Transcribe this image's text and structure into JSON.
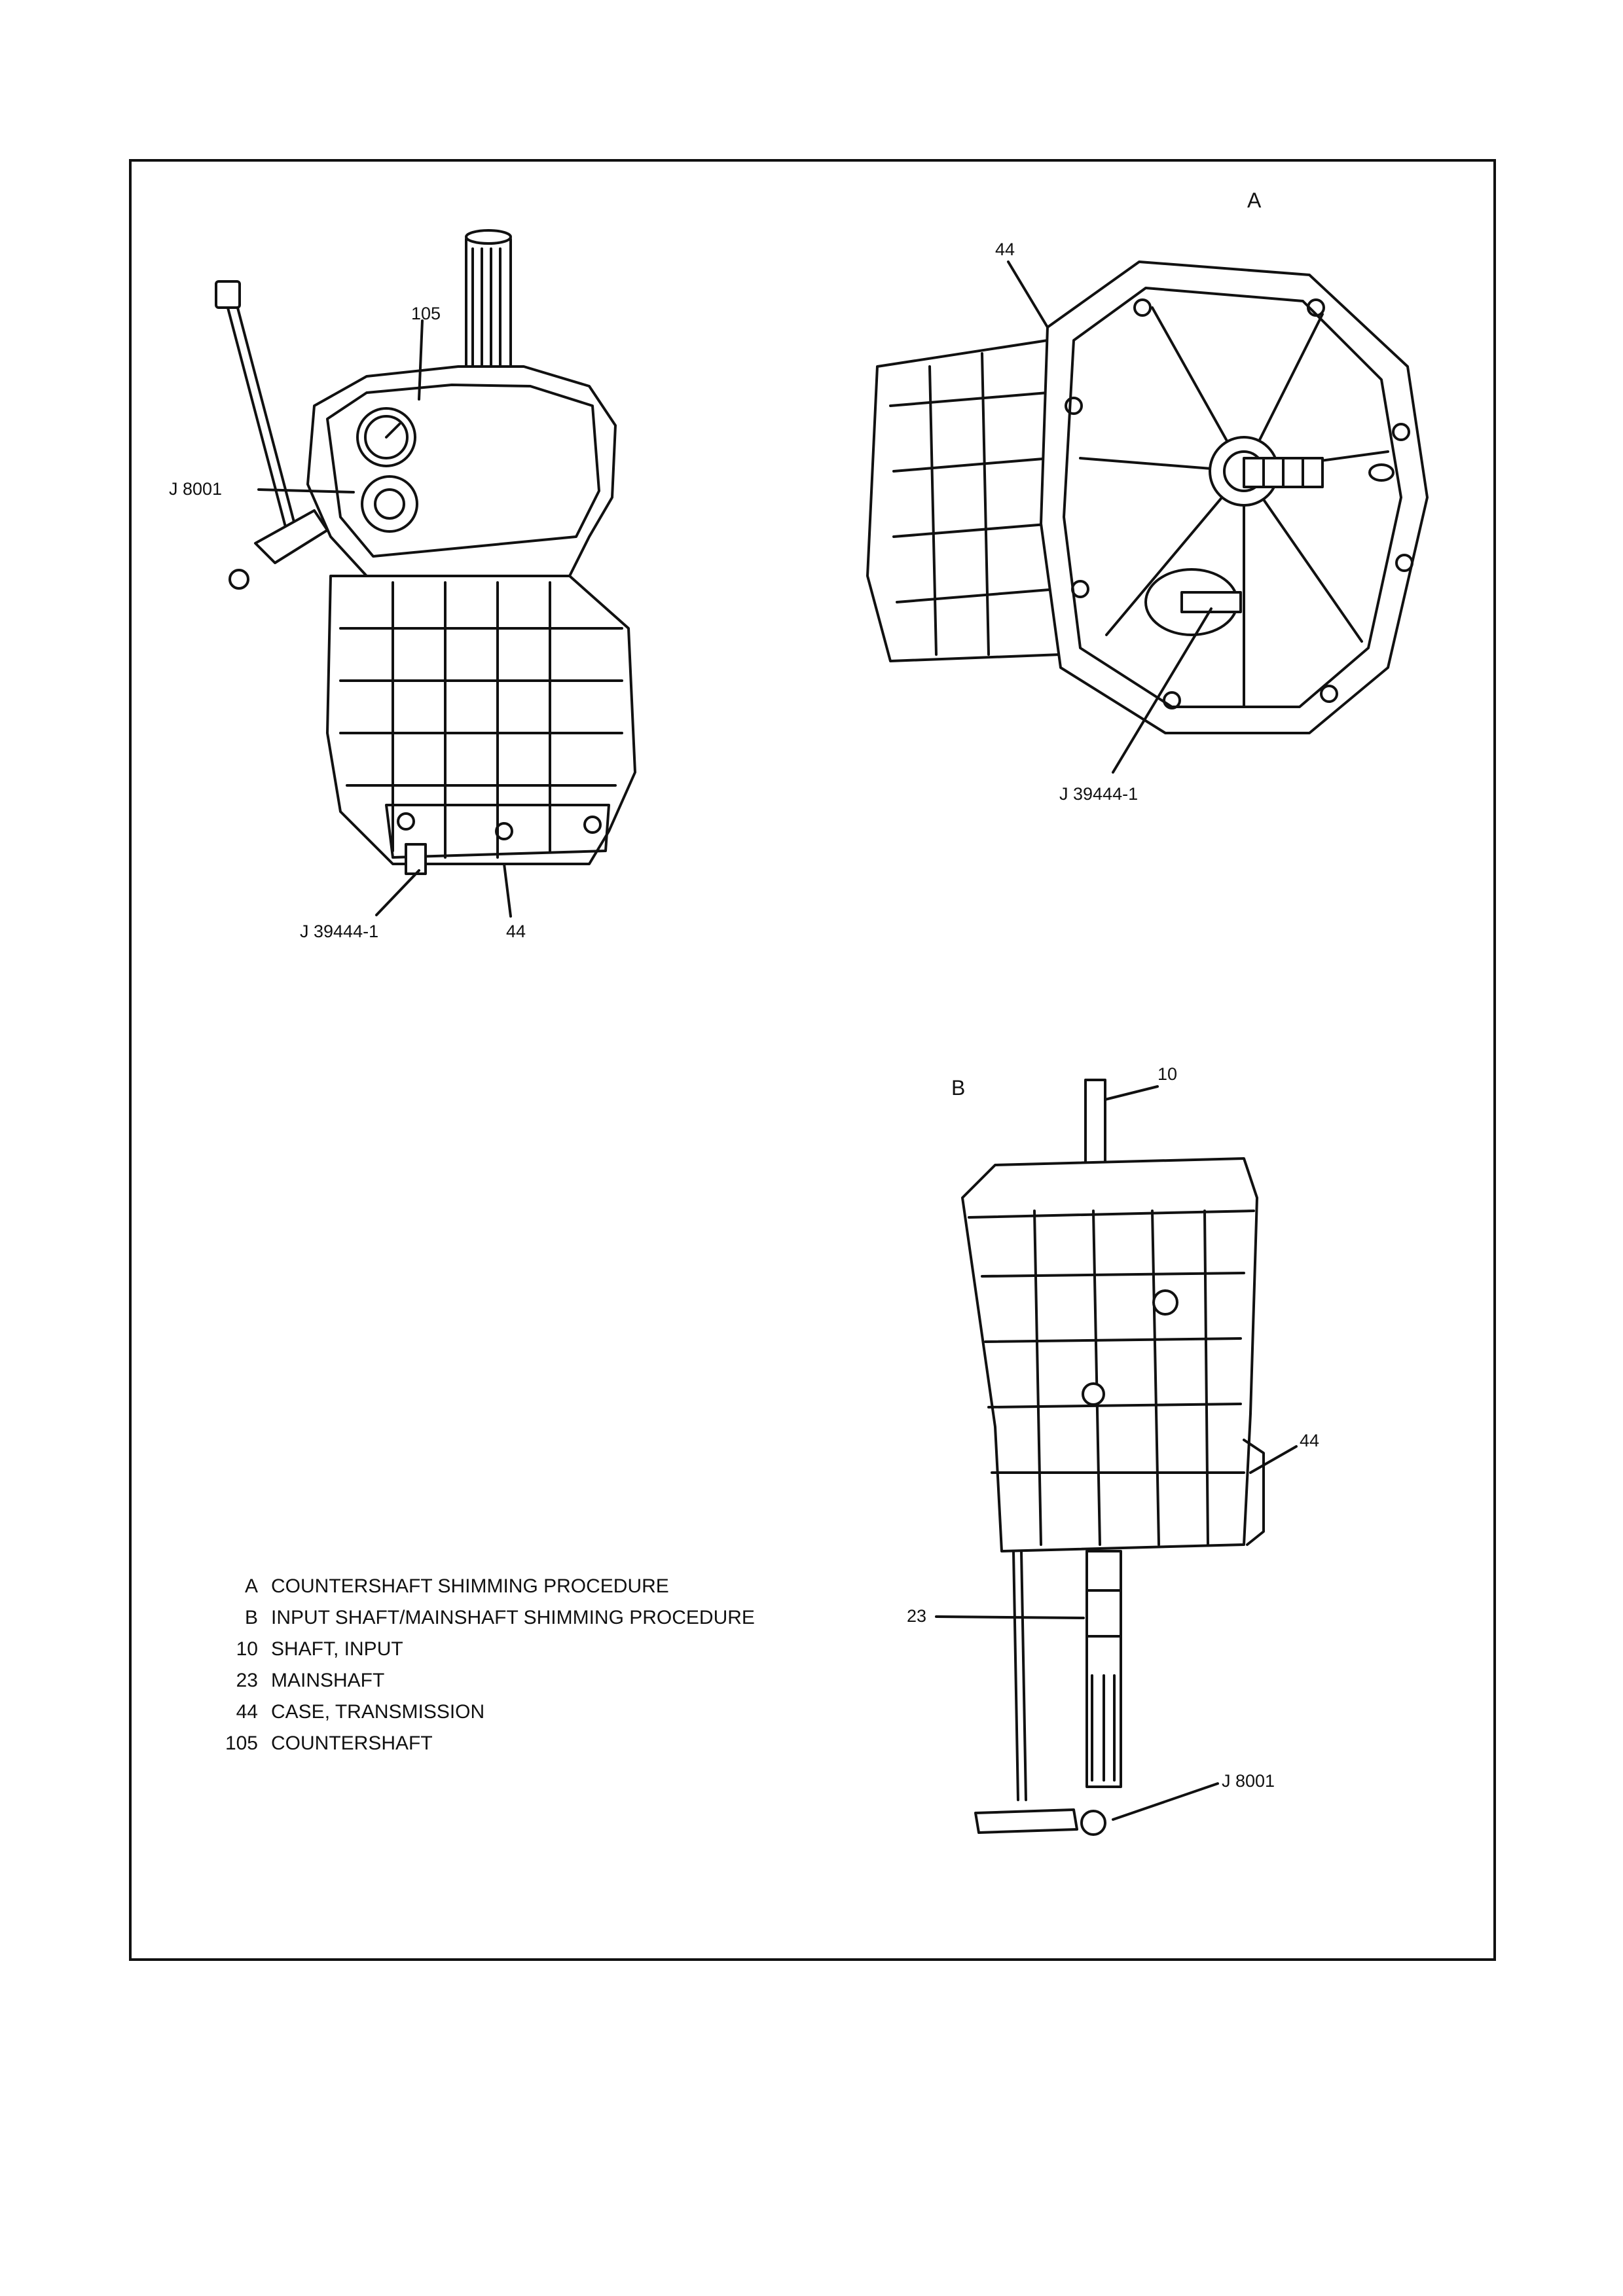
{
  "views": {
    "A": {
      "letter": "A",
      "labels": {
        "case": "44",
        "tool": "J 39444-1"
      }
    },
    "left": {
      "labels": {
        "countershaft": "105",
        "dial_indicator": "J 8001",
        "tool": "J 39444-1",
        "case": "44"
      }
    },
    "B": {
      "letter": "B",
      "labels": {
        "input_shaft": "10",
        "case": "44",
        "mainshaft": "23",
        "dial_indicator": "J 8001"
      }
    }
  },
  "legend": [
    {
      "code": "A",
      "text": "COUNTERSHAFT SHIMMING PROCEDURE"
    },
    {
      "code": "B",
      "text": "INPUT SHAFT/MAINSHAFT SHIMMING PROCEDURE"
    },
    {
      "code": "10",
      "text": "SHAFT, INPUT"
    },
    {
      "code": "23",
      "text": "MAINSHAFT"
    },
    {
      "code": "44",
      "text": "CASE, TRANSMISSION"
    },
    {
      "code": "105",
      "text": "COUNTERSHAFT"
    }
  ]
}
